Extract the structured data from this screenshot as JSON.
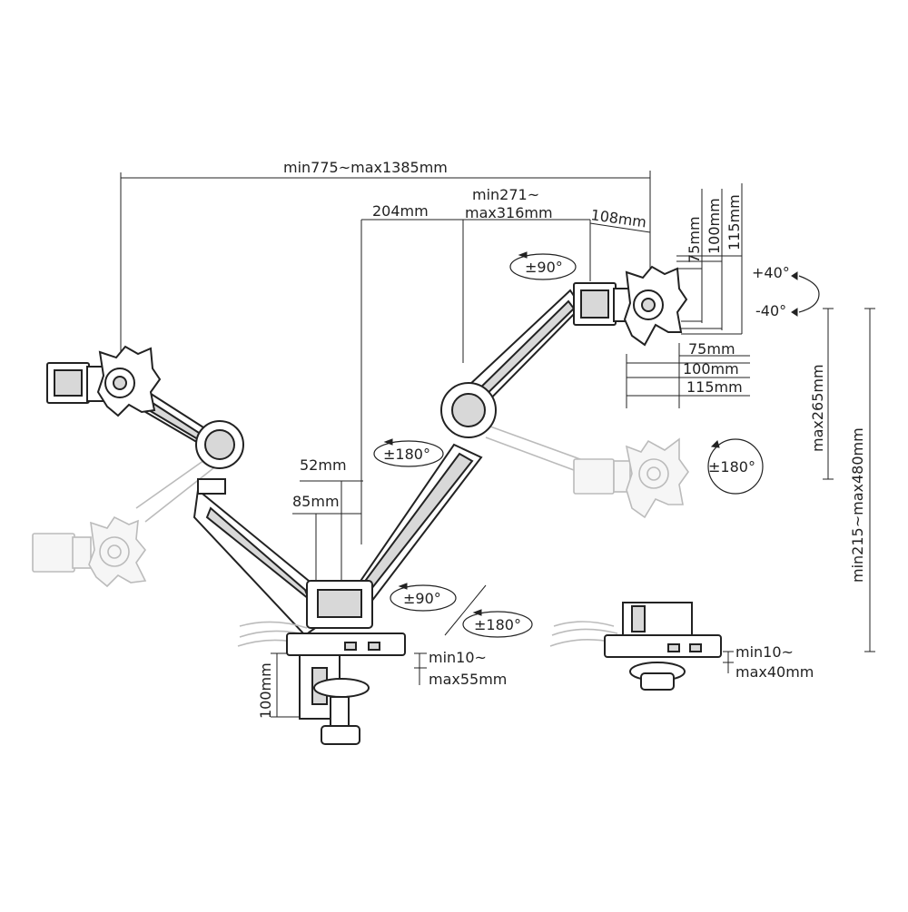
{
  "labels": {
    "total_width": "min775~max1385mm",
    "arm_extension_line1": "min271~",
    "arm_extension_line2": "max316mm",
    "pole_offset": "204mm",
    "plate_offset": "108mm",
    "vesa_v_75": "75mm",
    "vesa_v_100": "100mm",
    "vesa_v_115": "115mm",
    "vesa_h_75": "75mm",
    "vesa_h_100": "100mm",
    "vesa_h_115": "115mm",
    "tilt_up": "+40°",
    "tilt_down": "-40°",
    "swivel_head": "±90°",
    "rotation_arm": "±180°",
    "rotation_screen": "±180°",
    "swivel_base": "±90°",
    "rotation_base": "±180°",
    "arm_thickness_1": "52mm",
    "arm_thickness_2": "85mm",
    "height_adjust": "max265mm",
    "height_range": "min215~max480mm",
    "clamp_depth": "100mm",
    "clamp_range_1_line1": "min10~",
    "clamp_range_1_line2": "max55mm",
    "clamp_range_2_line1": "min10~",
    "clamp_range_2_line2": "max40mm"
  }
}
